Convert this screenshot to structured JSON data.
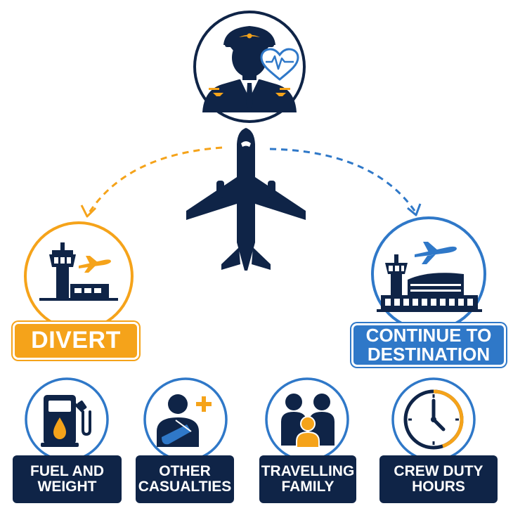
{
  "colors": {
    "navy": "#0f2447",
    "orange": "#f5a31a",
    "blue": "#2f78c8",
    "background": "#ffffff"
  },
  "center": {
    "pilot_icon": "pilot-with-heartbeat-icon",
    "aircraft_icon": "airplane-icon"
  },
  "options": {
    "divert": {
      "label": "DIVERT",
      "icon": "control-tower-airport-icon",
      "arrow": "dashed-orange-arrow"
    },
    "continue": {
      "label": "CONTINUE TO DESTINATION",
      "icon": "airport-terminal-icon",
      "arrow": "dashed-blue-arrow"
    }
  },
  "factors": [
    {
      "label": "FUEL AND WEIGHT",
      "icon": "fuel-pump-icon"
    },
    {
      "label": "OTHER CASUALTIES",
      "icon": "injured-person-icon"
    },
    {
      "label": "TRAVELLING FAMILY",
      "icon": "family-icon"
    },
    {
      "label": "CREW DUTY HOURS",
      "icon": "clock-icon"
    }
  ]
}
